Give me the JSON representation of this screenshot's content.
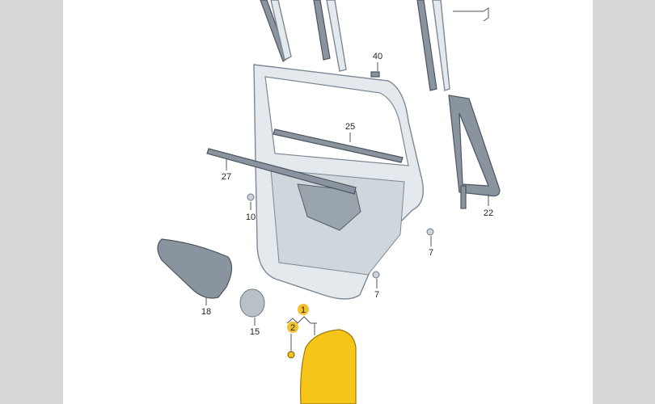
{
  "diagram": {
    "callouts": [
      {
        "id": "40",
        "label": "40",
        "highlight": false
      },
      {
        "id": "25",
        "label": "25",
        "highlight": false
      },
      {
        "id": "27",
        "label": "27",
        "highlight": false
      },
      {
        "id": "10",
        "label": "10",
        "highlight": false
      },
      {
        "id": "22",
        "label": "22",
        "highlight": false
      },
      {
        "id": "7a",
        "label": "7",
        "highlight": false
      },
      {
        "id": "7b",
        "label": "7",
        "highlight": false
      },
      {
        "id": "18",
        "label": "18",
        "highlight": false
      },
      {
        "id": "15",
        "label": "15",
        "highlight": false
      },
      {
        "id": "1",
        "label": "1",
        "highlight": true
      },
      {
        "id": "2",
        "label": "2",
        "highlight": true
      }
    ],
    "colors": {
      "highlight": "#f2c12e",
      "part_yellow": "#f5c518",
      "side_panel": "#d7d7d7"
    }
  }
}
